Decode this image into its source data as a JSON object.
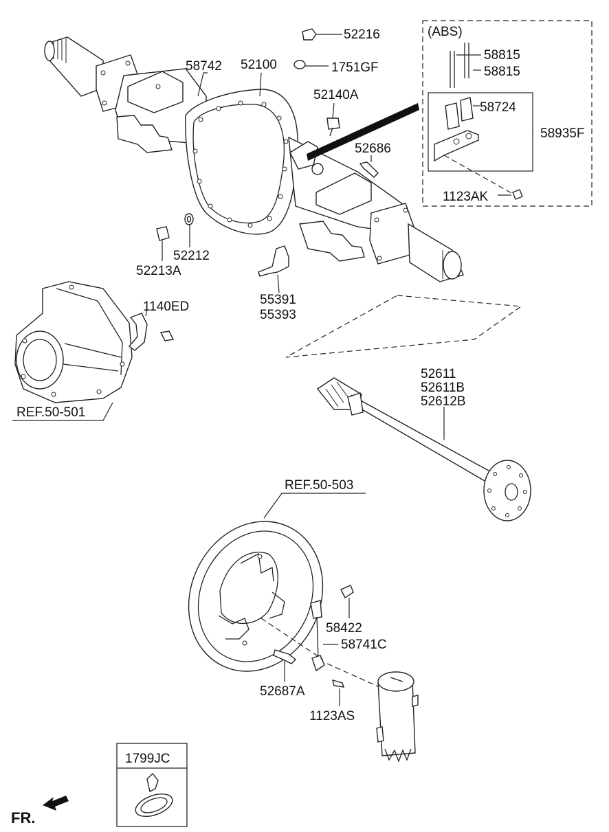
{
  "diagram": {
    "part_labels": {
      "p52216": "52216",
      "p1751GF": "1751GF",
      "p58742": "58742",
      "p52100": "52100",
      "p52140A": "52140A",
      "p52686": "52686",
      "p52212": "52212",
      "p52213A": "52213A",
      "p55391": "55391",
      "p55393": "55393",
      "p1140ED": "1140ED",
      "ref50501": "REF.50-501",
      "p52611": "52611",
      "p52611B": "52611B",
      "p52612B": "52612B",
      "ref50503": "REF.50-503",
      "p58422": "58422",
      "p58741C": "58741C",
      "p52687A": "52687A",
      "p1123AS": "1123AS",
      "p1799JC": "1799JC",
      "fr": "FR."
    },
    "abs_group": {
      "title": "(ABS)",
      "p58815_a": "58815",
      "p58815_b": "58815",
      "p58724": "58724",
      "p58935F": "58935F",
      "p1123AK": "1123AK"
    }
  }
}
